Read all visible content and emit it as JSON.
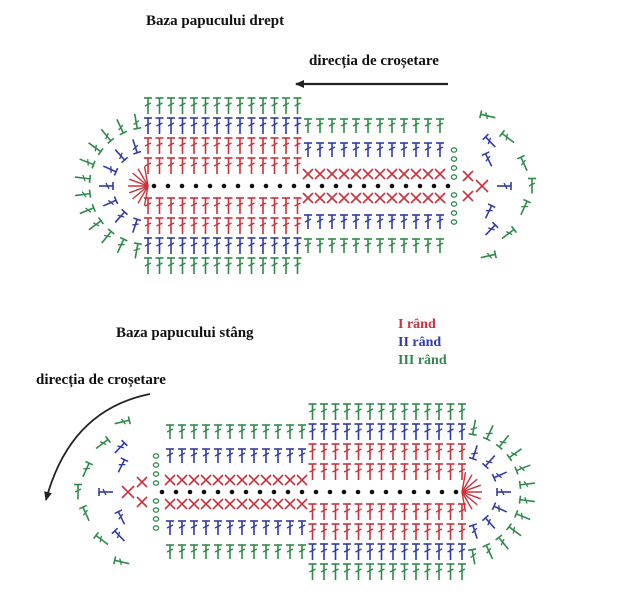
{
  "diagram_right": {
    "title": "Baza papucului drept",
    "direction_label": "direcția de croșetare"
  },
  "diagram_left": {
    "title": "Baza papucului stâng",
    "direction_label": "direcția de croșetare"
  },
  "legend": {
    "row1": {
      "label": "I rând",
      "color": "#d0303a"
    },
    "row2": {
      "label": "II rând",
      "color": "#2f3ba6"
    },
    "row3": {
      "label": "III rând",
      "color": "#2e8a4a"
    }
  },
  "chain_color": "#111111",
  "ring_color": "#2e8a4a",
  "arrow_color": "#222222",
  "symbols": {
    "chain": "chain-stitch",
    "single_crochet": "cross-stitch",
    "double_crochet": "double-crochet-stitch"
  }
}
